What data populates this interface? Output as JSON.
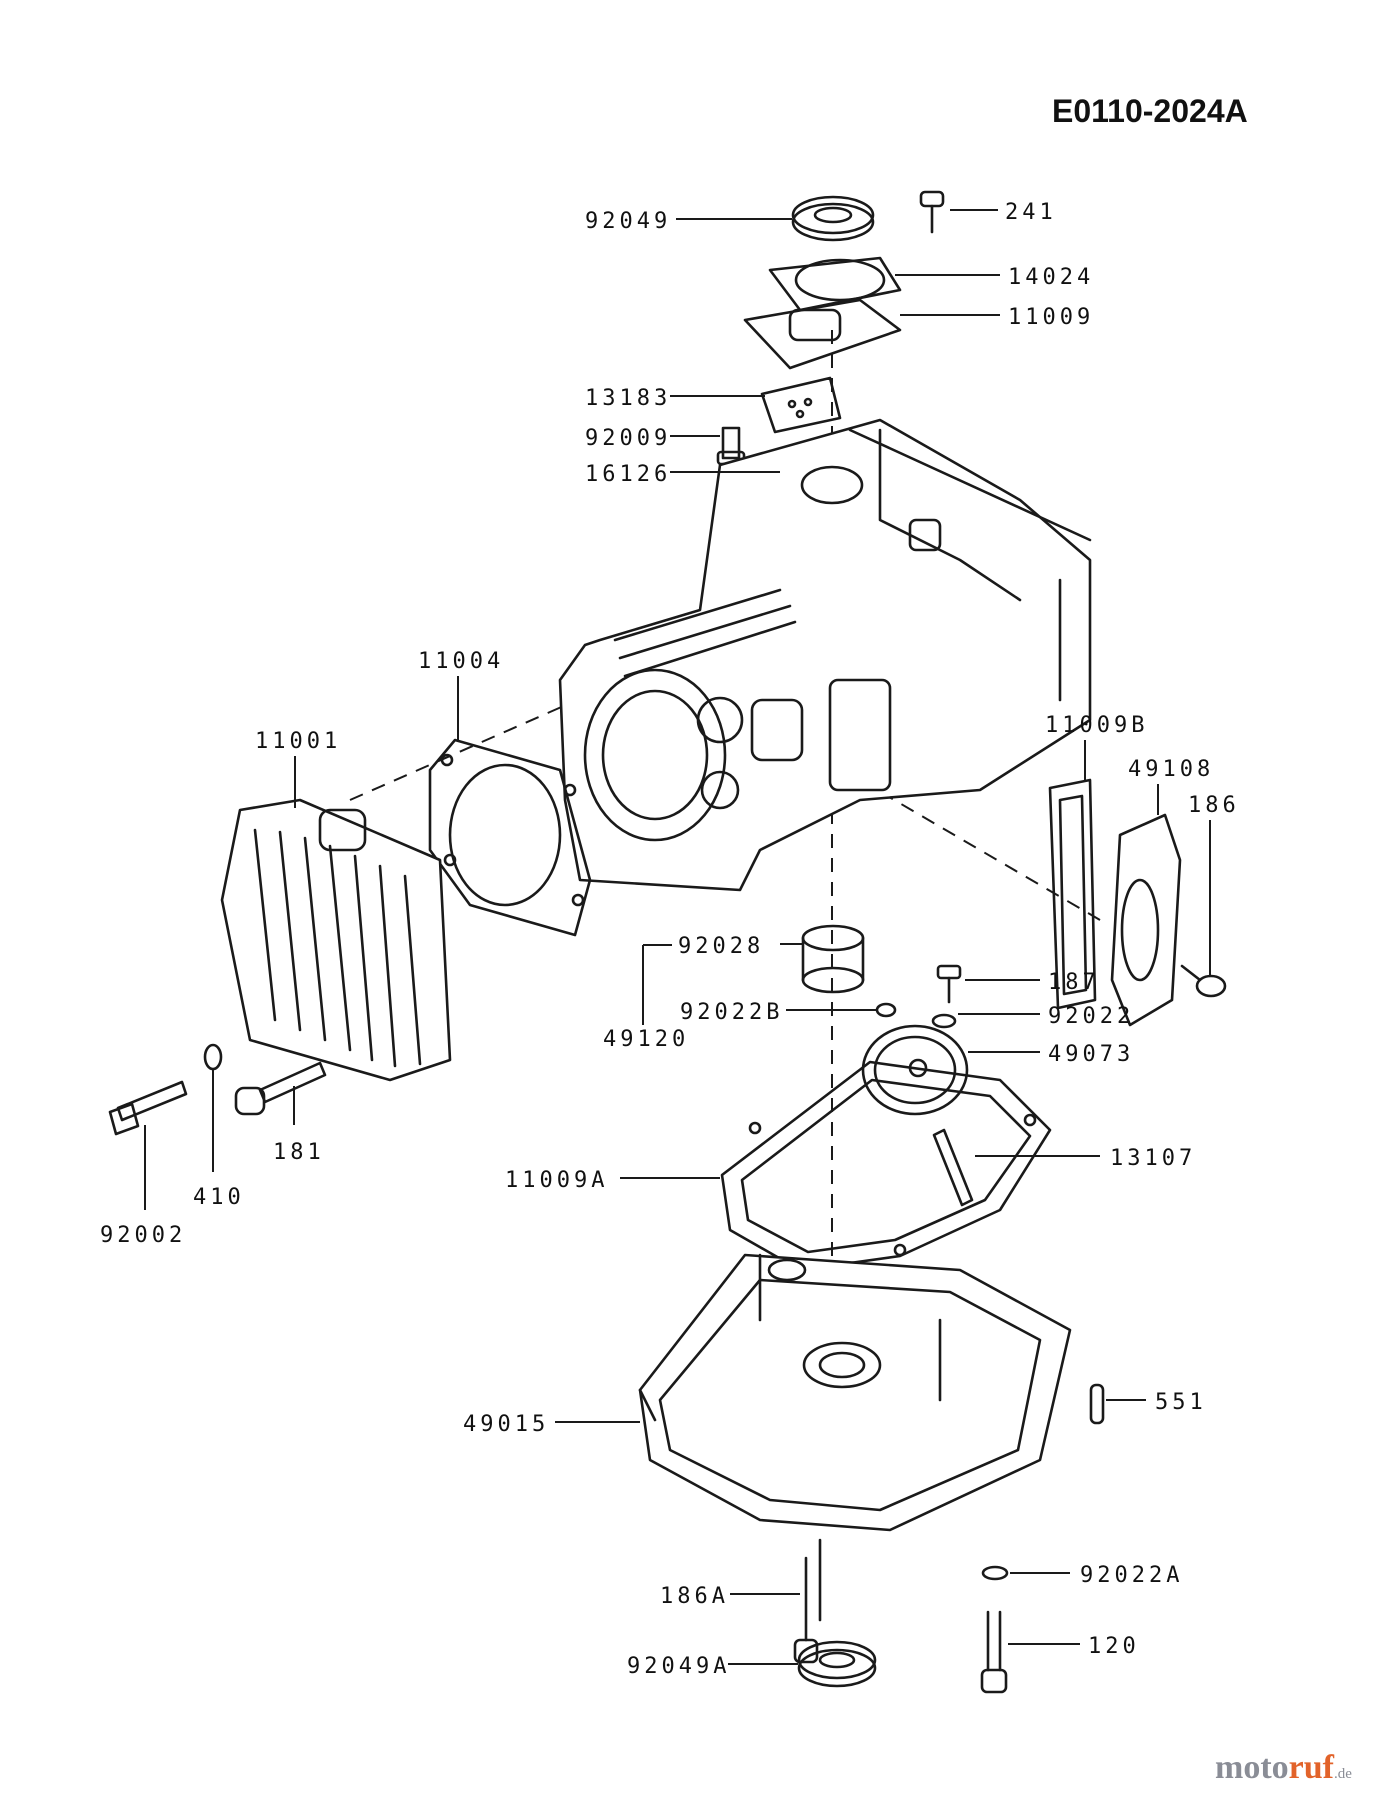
{
  "diagram_code": "E0110-2024A",
  "watermark": {
    "a": "moto",
    "b": "ruf",
    "c": ".de"
  },
  "parts": [
    "92049",
    "241",
    "14024",
    "11009",
    "13183",
    "92009",
    "16126",
    "11004",
    "11001",
    "11009B",
    "49108",
    "186",
    "92028",
    "49120",
    "187",
    "92022B",
    "92022",
    "49073",
    "13107",
    "11009A",
    "92002",
    "410",
    "181",
    "551",
    "49015",
    "92022A",
    "186A",
    "120",
    "92049A"
  ]
}
